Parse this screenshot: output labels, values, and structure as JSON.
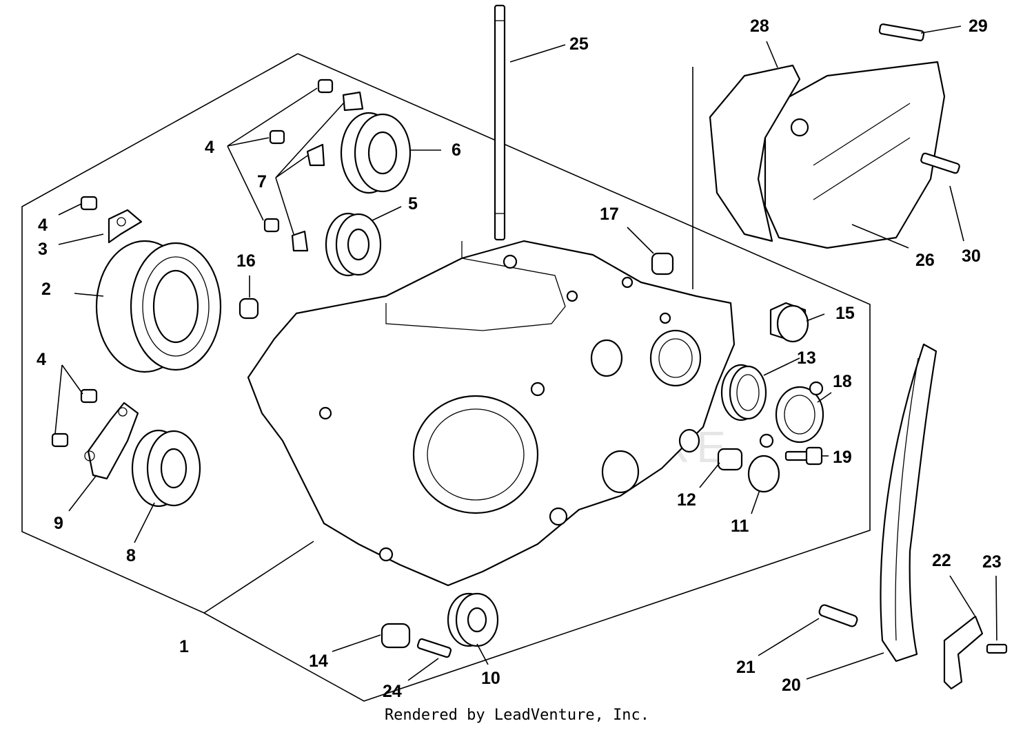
{
  "watermark": "LEADVENTURE",
  "footer": "Rendered by LeadVenture, Inc.",
  "callouts": [
    "1",
    "2",
    "3",
    "4",
    "4",
    "4",
    "5",
    "6",
    "7",
    "8",
    "9",
    "10",
    "11",
    "12",
    "13",
    "14",
    "15",
    "16",
    "17",
    "18",
    "19",
    "20",
    "21",
    "22",
    "23",
    "24",
    "25",
    "26",
    "28",
    "29",
    "30"
  ]
}
